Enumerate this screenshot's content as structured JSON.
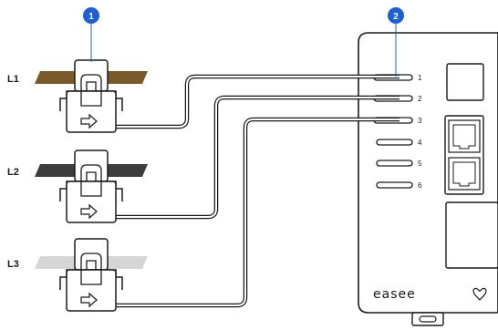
{
  "callouts": [
    "1",
    "2"
  ],
  "phases": [
    {
      "label": "L1",
      "color": "#7a5a2a"
    },
    {
      "label": "L2",
      "color": "#3d3d3d"
    },
    {
      "label": "L3",
      "color": "#d6d6d6"
    }
  ],
  "ports": [
    "1",
    "2",
    "3",
    "4",
    "5",
    "6"
  ],
  "device": {
    "brand": "easee"
  },
  "colors": {
    "callout": "#1f5fd6",
    "outline": "#1a1a1a"
  },
  "icons": [
    "arrow-right-icon",
    "heart-icon",
    "ethernet-port-icon"
  ]
}
